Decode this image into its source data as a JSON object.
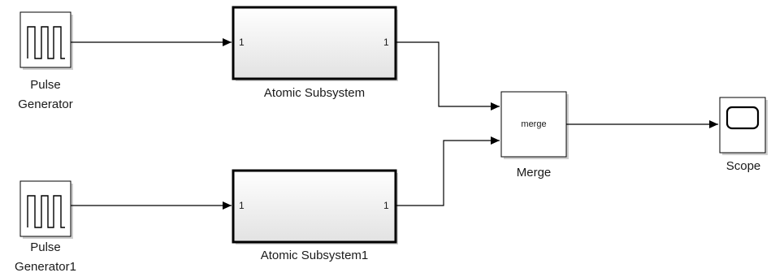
{
  "diagram": {
    "blocks": [
      {
        "id": "pulse1",
        "type": "Pulse Generator",
        "label_line1": "Pulse",
        "label_line2": "Generator",
        "icon": "pulse-wave-icon"
      },
      {
        "id": "pulse2",
        "type": "Pulse Generator",
        "label_line1": "Pulse",
        "label_line2": "Generator1",
        "icon": "pulse-wave-icon"
      },
      {
        "id": "atomic1",
        "type": "Atomic Subsystem",
        "label": "Atomic Subsystem",
        "in_port": "1",
        "out_port": "1"
      },
      {
        "id": "atomic2",
        "type": "Atomic Subsystem",
        "label": "Atomic Subsystem1",
        "in_port": "1",
        "out_port": "1"
      },
      {
        "id": "merge",
        "type": "Merge",
        "label": "Merge",
        "inner_text": "merge"
      },
      {
        "id": "scope",
        "type": "Scope",
        "label": "Scope",
        "icon": "scope-screen-icon"
      }
    ],
    "connections": [
      {
        "from": "Pulse Generator",
        "to": "Atomic Subsystem"
      },
      {
        "from": "Pulse Generator1",
        "to": "Atomic Subsystem1"
      },
      {
        "from": "Atomic Subsystem",
        "to": "Merge"
      },
      {
        "from": "Atomic Subsystem1",
        "to": "Merge"
      },
      {
        "from": "Merge",
        "to": "Scope"
      }
    ],
    "colors": {
      "line": "#000000",
      "block_border": "#000000",
      "block_fill": "#ffffff",
      "subsystem_gradient_top": "#ffffff",
      "subsystem_gradient_bottom": "#e2e2e2",
      "shadow": "#cfcfcf",
      "text": "#1a1a1a"
    }
  }
}
